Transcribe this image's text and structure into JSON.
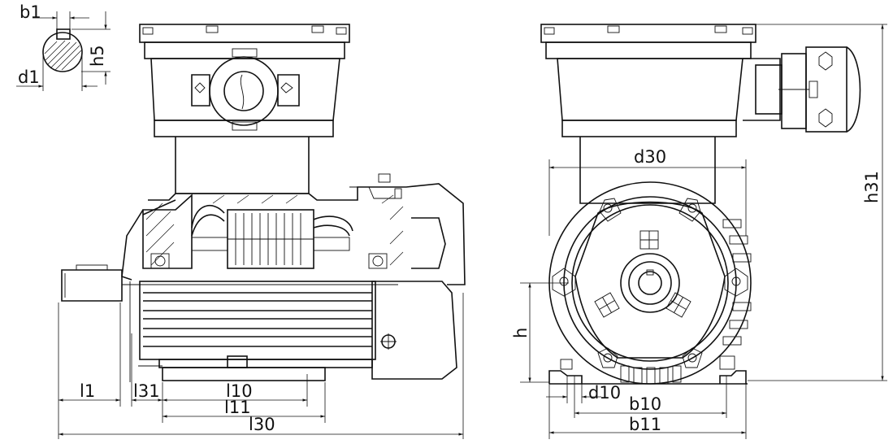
{
  "labels": {
    "b1": "b1",
    "h5": "h5",
    "d1": "d1",
    "l1": "l1",
    "l31": "l31",
    "l10": "l10",
    "l11": "l11",
    "l30": "l30",
    "d30": "d30",
    "h31": "h31",
    "h": "h",
    "d10": "d10",
    "b10": "b10",
    "b11": "b11"
  }
}
